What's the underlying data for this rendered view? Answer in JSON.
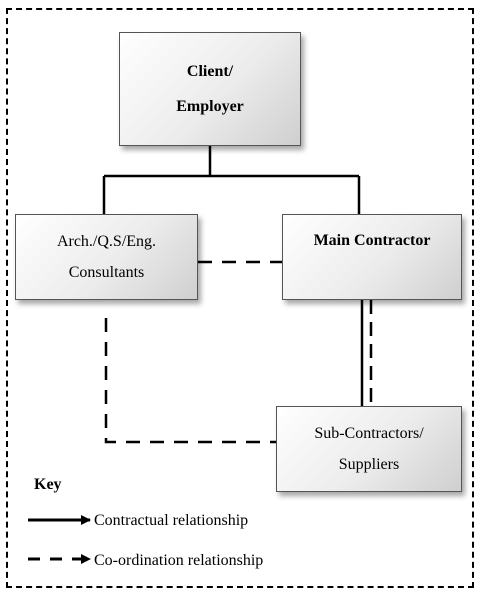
{
  "nodes": {
    "client": {
      "lines": [
        "Client/",
        "Employer"
      ]
    },
    "consultants": {
      "lines": [
        "Arch./Q.S/Eng.",
        "Consultants"
      ]
    },
    "main_contractor": {
      "lines": [
        "Main Contractor"
      ]
    },
    "subcontractors": {
      "lines": [
        "Sub-Contractors/",
        "Suppliers"
      ]
    }
  },
  "edges": [
    {
      "from": "client",
      "to": "consultants",
      "type": "contractual"
    },
    {
      "from": "client",
      "to": "main_contractor",
      "type": "contractual"
    },
    {
      "from": "consultants",
      "to": "main_contractor",
      "type": "co-ordination"
    },
    {
      "from": "main_contractor",
      "to": "subcontractors",
      "type": "contractual"
    },
    {
      "from": "main_contractor",
      "to": "subcontractors",
      "type": "co-ordination"
    },
    {
      "from": "consultants",
      "to": "subcontractors",
      "type": "co-ordination"
    }
  ],
  "key": {
    "title": "Key",
    "contractual": "Contractual relationship",
    "coordination": "Co-ordination relationship"
  }
}
